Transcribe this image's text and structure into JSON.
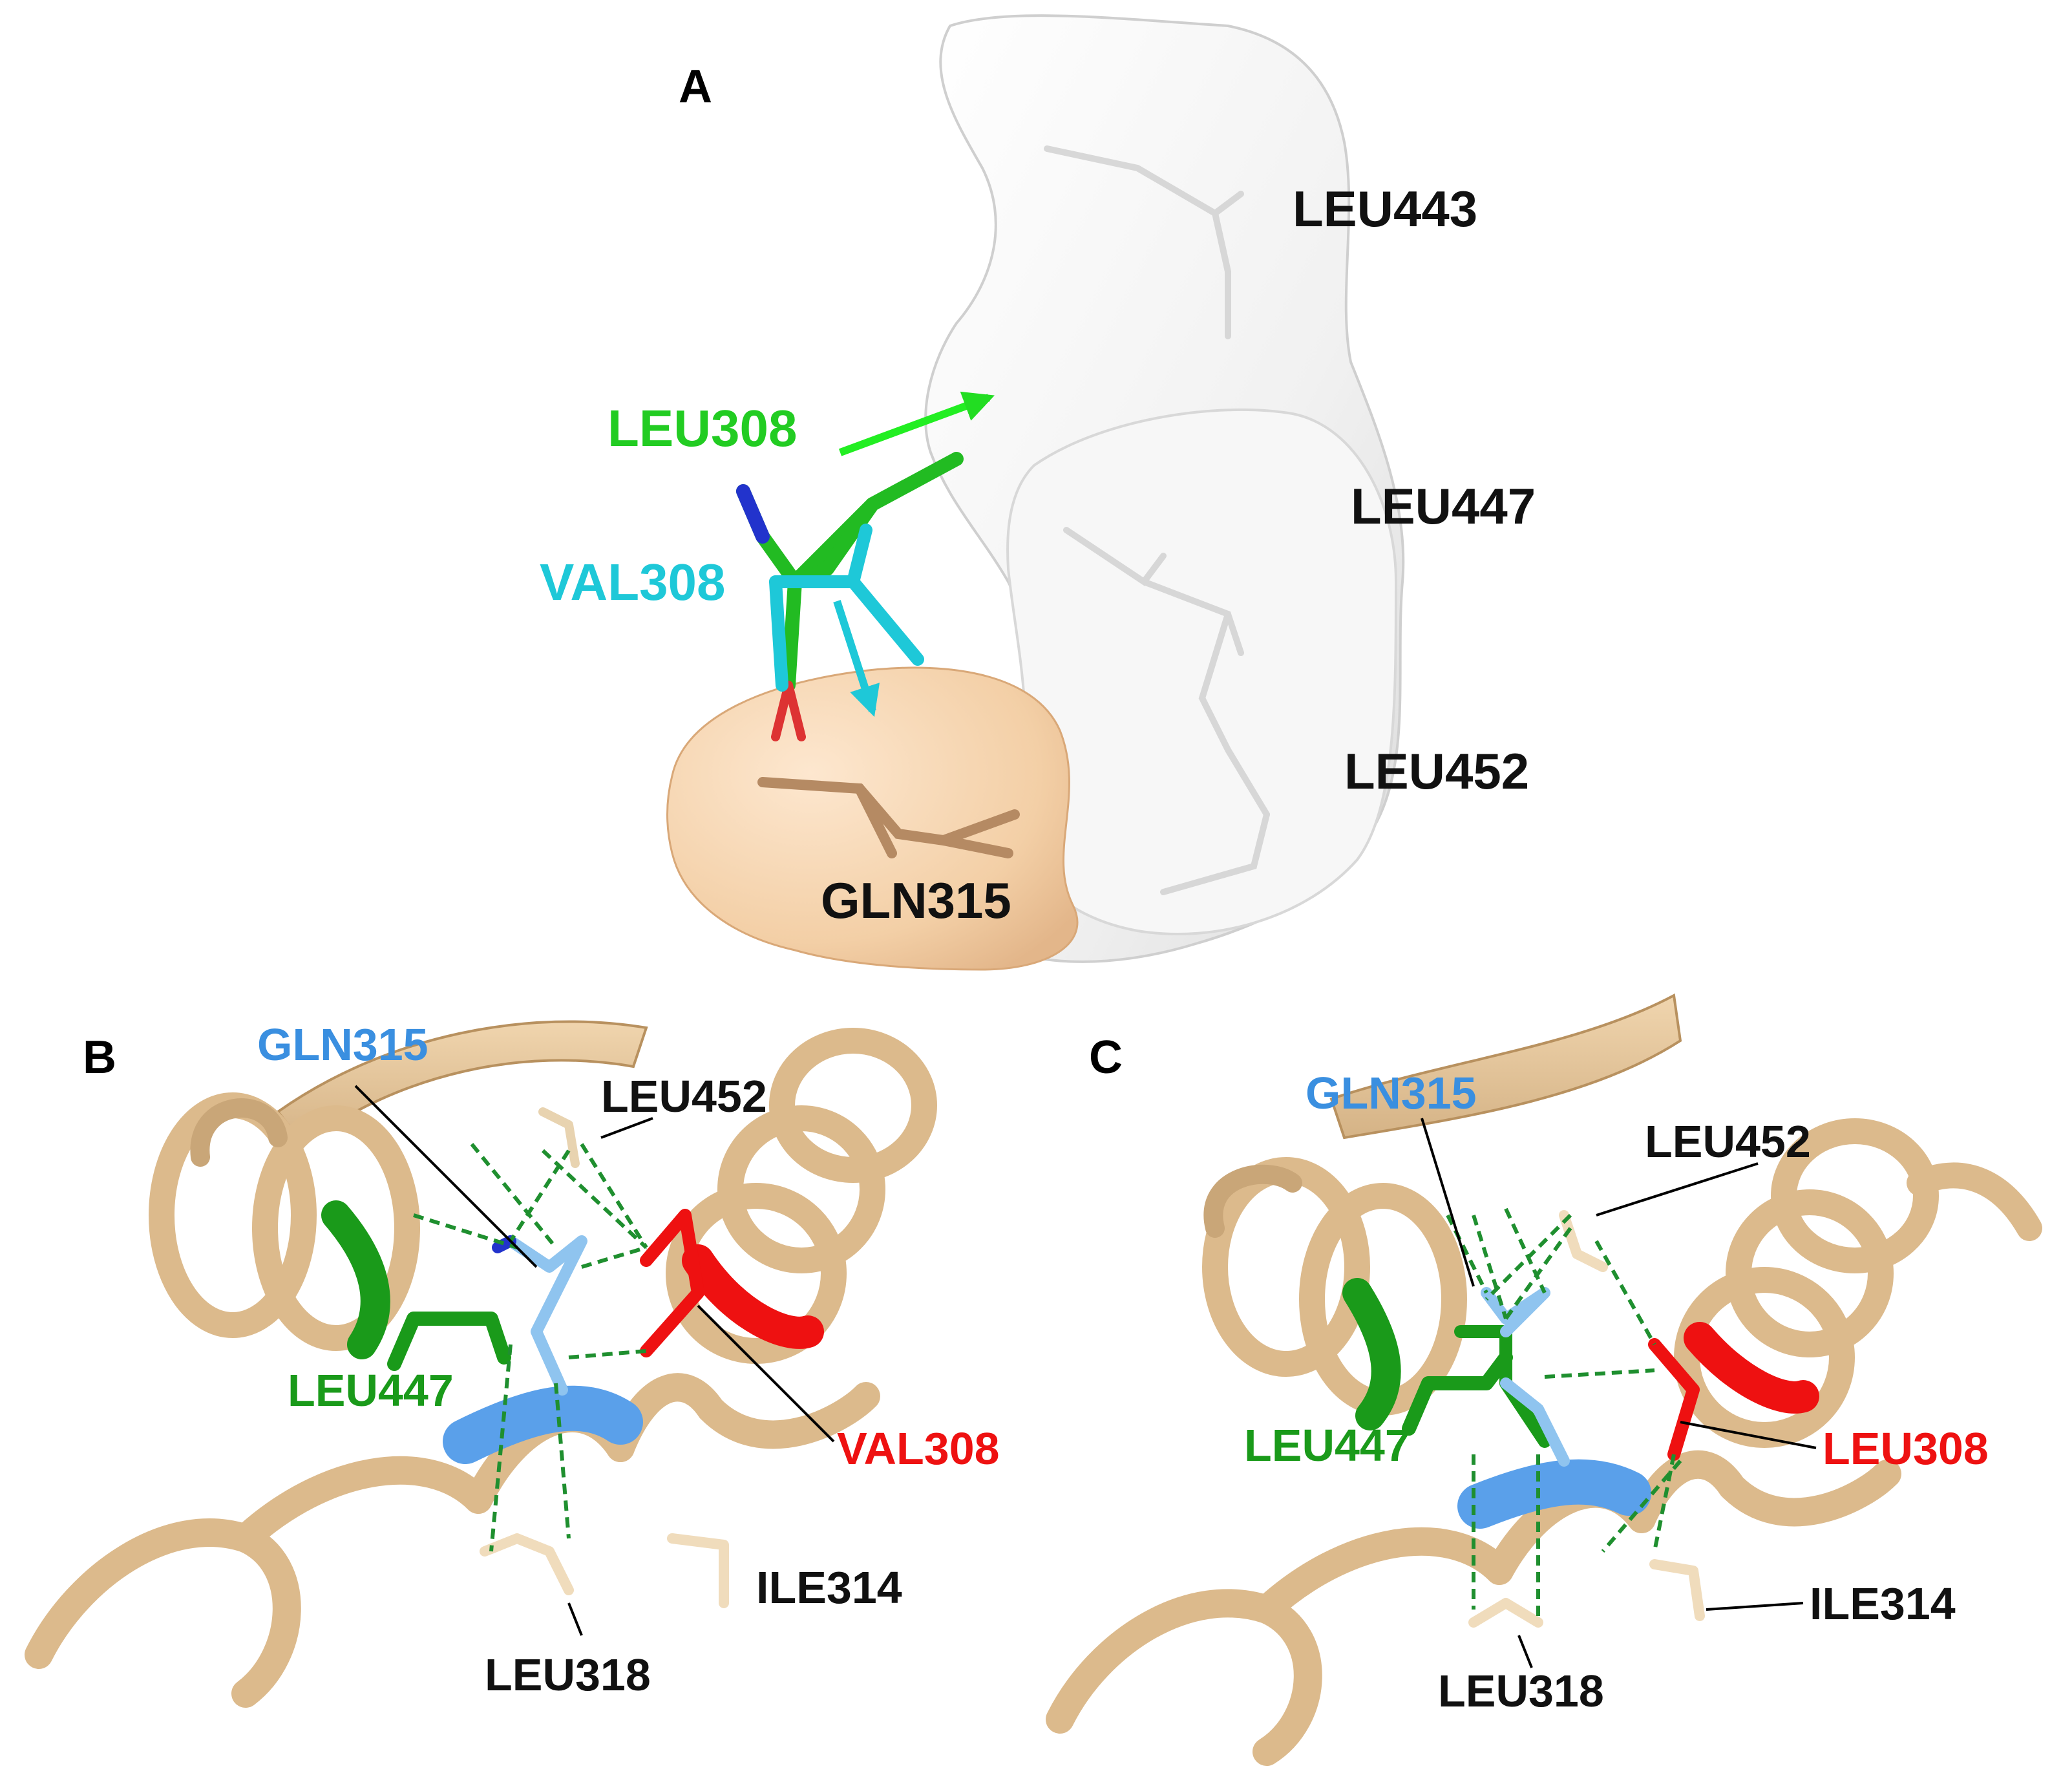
{
  "panels": {
    "a": {
      "letter": "A",
      "residues": {
        "leu443": "LEU443",
        "leu447": "LEU447",
        "leu452": "LEU452",
        "gln315": "GLN315",
        "leu308": "LEU308",
        "val308": "VAL308"
      }
    },
    "b": {
      "letter": "B",
      "residues": {
        "gln315": "GLN315",
        "leu452": "LEU452",
        "leu447": "LEU447",
        "val308": "VAL308",
        "ile314": "ILE314",
        "leu318": "LEU318"
      }
    },
    "c": {
      "letter": "C",
      "residues": {
        "gln315": "GLN315",
        "leu452": "LEU452",
        "leu447": "LEU447",
        "leu308": "LEU308",
        "ile314": "ILE314",
        "leu318": "LEU318"
      }
    }
  },
  "colors": {
    "surface_white": "#f4f4f4",
    "surface_tan": "#f5d5b0",
    "ribbon": "#e6c79c",
    "leu308_green": "#22dd22",
    "val308_cyan": "#1ec8d8",
    "gln315_blue": "#3a8fe0",
    "leu447_green": "#1a9a1a",
    "mutant_red": "#ee1111",
    "contact_green": "#1f8f2f"
  }
}
